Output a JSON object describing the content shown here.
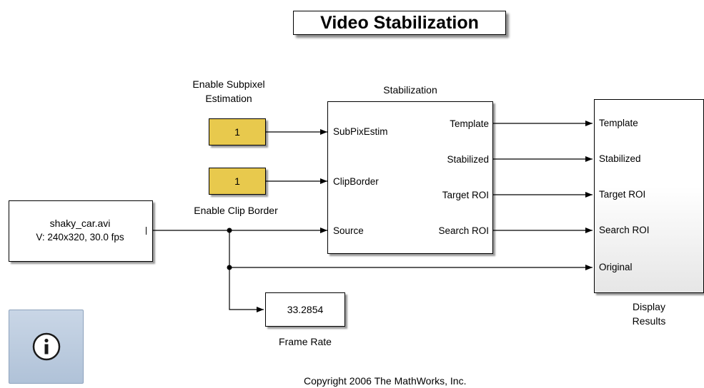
{
  "title": "Video Stabilization",
  "blocks": {
    "subpixel_label": [
      "Enable Subpixel",
      "Estimation"
    ],
    "subpixel_value": "1",
    "clip_value": "1",
    "clip_label": "Enable Clip Border",
    "source": {
      "line1": "shaky_car.avi",
      "line2": "V: 240x320, 30.0 fps"
    },
    "stabilization": {
      "label": "Stabilization",
      "inputs": [
        "SubPixEstim",
        "ClipBorder",
        "Source"
      ],
      "outputs": [
        "Template",
        "Stabilized",
        "Target ROI",
        "Search ROI"
      ]
    },
    "frame_rate": {
      "value": "33.2854",
      "label": "Frame Rate"
    },
    "display": {
      "inputs": [
        "Template",
        "Stabilized",
        "Target ROI",
        "Search ROI",
        "Original"
      ],
      "label": [
        "Display",
        "Results"
      ]
    }
  },
  "copyright": "Copyright 2006 The MathWorks, Inc.",
  "info_icon": "info-icon"
}
